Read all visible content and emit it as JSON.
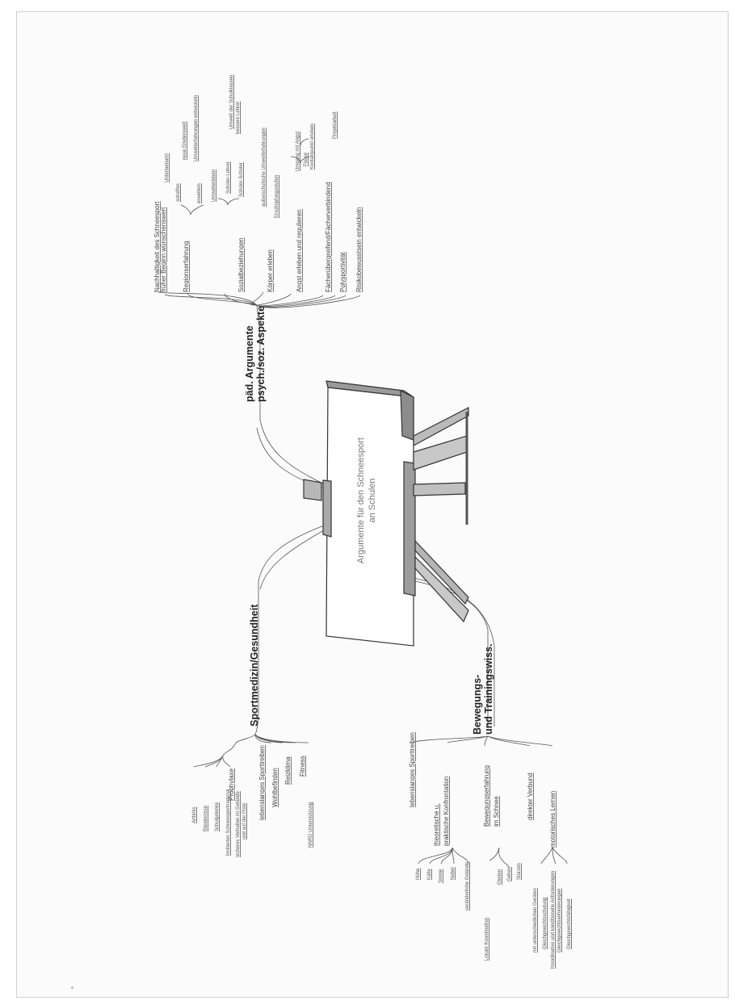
{
  "center": {
    "line1": "Argumente für den Schneesport",
    "line2": "an Schulen"
  },
  "branches": {
    "paed": {
      "line1": "päd. Argumente",
      "line2": "psych./soz. Aspekte",
      "items": [
        "Nachhaltigkeit des Schneesport",
        "früher Beginn wünschenswert",
        "Unterlaenamt",
        "schaffen",
        "neue Erlebniswelt",
        "Regionserfahrung",
        "erweitern",
        "Umwelterfahrungen entwickeln",
        "Umwelterleben",
        "Schüler-Lehrer",
        "bessere Lehrer",
        "Sozialbeziehungen",
        "Schüler-Schüler",
        "Umwelt der Schulklassen",
        "außerschulische Umwelterfahrungen",
        "Körper erleben",
        "Erschöpfungsstufen",
        "Angst erleben und regulieren",
        "Umgang mit Angst",
        "Pause",
        "Kontaktpunkt erleben",
        "Fächerübergreifend/Fächerverbindend",
        "Projektarbeit",
        "Polysportivität",
        "Risikobewusstsein entwickeln"
      ]
    },
    "sport": {
      "label": "Sportmedizin/Gesundheit",
      "items": [
        "Prophylaxe",
        "Arthritis",
        "Bänderrisse",
        "Schulgelenke",
        "limitierten Schneesportmaterial",
        "sicheres Verhalten im Gelände",
        "und auf der Piste",
        "lebenslanges Sporttreiben",
        "Wohlbefinden",
        "Reizklima",
        "Fitness",
        "NNRD Unterstützung"
      ]
    },
    "bewegung": {
      "line1": "Bewegungs-",
      "line2": "und Trainingswiss.",
      "items": [
        "lebenslanges Sporttreiben",
        "theoretische u.",
        "praktische Konfrontation",
        "Höhe",
        "Kälte",
        "Sonne",
        "Nebel",
        "veränderliche Gelände",
        "Bewegungserfahrung",
        "im Schnee",
        "Gleiten",
        "Gehen",
        "Stürzen",
        "Lokale Koordination",
        "direkter Verbund",
        "mit unterschiedlichen Geräten",
        "Gleichgewichtsschulung",
        "motorisches Lernen",
        "Gleichgewichtsanforderungen",
        "Koordinative und konditionelle Anforderungen",
        "Gleichgewichtsfähigkeit"
      ]
    }
  }
}
